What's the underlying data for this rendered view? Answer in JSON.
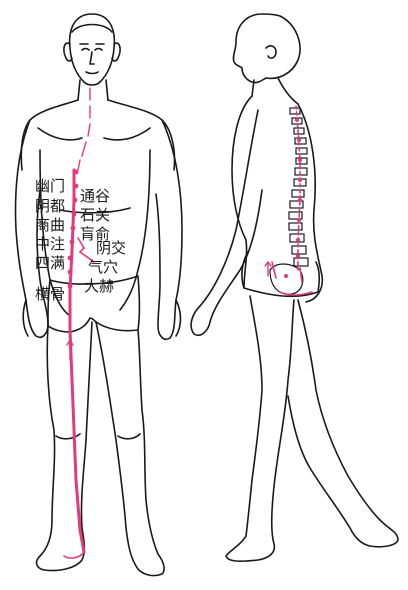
{
  "colors": {
    "outline": "#1a1a1a",
    "meridian": "#e5397e",
    "background": "#ffffff"
  },
  "labels": {
    "left_column": [
      "幽门",
      "阴都",
      "商曲",
      "中注",
      "四满",
      "横骨"
    ],
    "right_column": [
      "通谷",
      "石关",
      "肓俞",
      "阴交",
      "气穴",
      "大赫"
    ]
  }
}
